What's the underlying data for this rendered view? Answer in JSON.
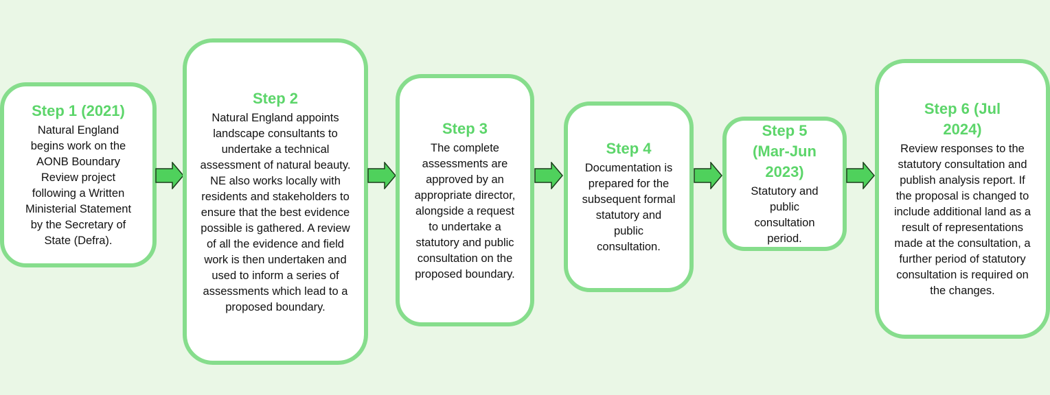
{
  "steps": [
    {
      "title": "Step 1 (2021)",
      "body": "Natural England begins work on the AONB Boundary Review project following a Written Ministerial Statement by the Secretary of State (Defra)."
    },
    {
      "title": "Step 2",
      "body": "Natural England appoints landscape consultants to undertake a technical assessment of natural beauty. NE also works locally with residents and stakeholders to ensure that the best evidence possible is gathered. A review of all the evidence and field work is then undertaken and used to inform a series of assessments which lead to a proposed boundary."
    },
    {
      "title": "Step 3",
      "body": "The complete assessments are approved by an appropriate director, alongside a request to undertake a statutory and public consultation on the proposed boundary."
    },
    {
      "title": "Step 4",
      "body": "Documentation is prepared for the subsequent formal statutory and public consultation."
    },
    {
      "title": "Step 5 (Mar-Jun 2023)",
      "body": "Statutory and public consultation period."
    },
    {
      "title": "Step 6 (Jul 2024)",
      "body": "Review responses to the statutory consultation and publish analysis report. If the proposal is changed to include additional land as a result of representations made at the consultation, a further period of statutory consultation is required on the changes."
    }
  ],
  "colors": {
    "background": "#eaf7e6",
    "box_border": "#86dd8c",
    "title": "#5cd56a",
    "arrow_fill": "#4fd15c",
    "arrow_stroke": "#1a3d1a"
  }
}
